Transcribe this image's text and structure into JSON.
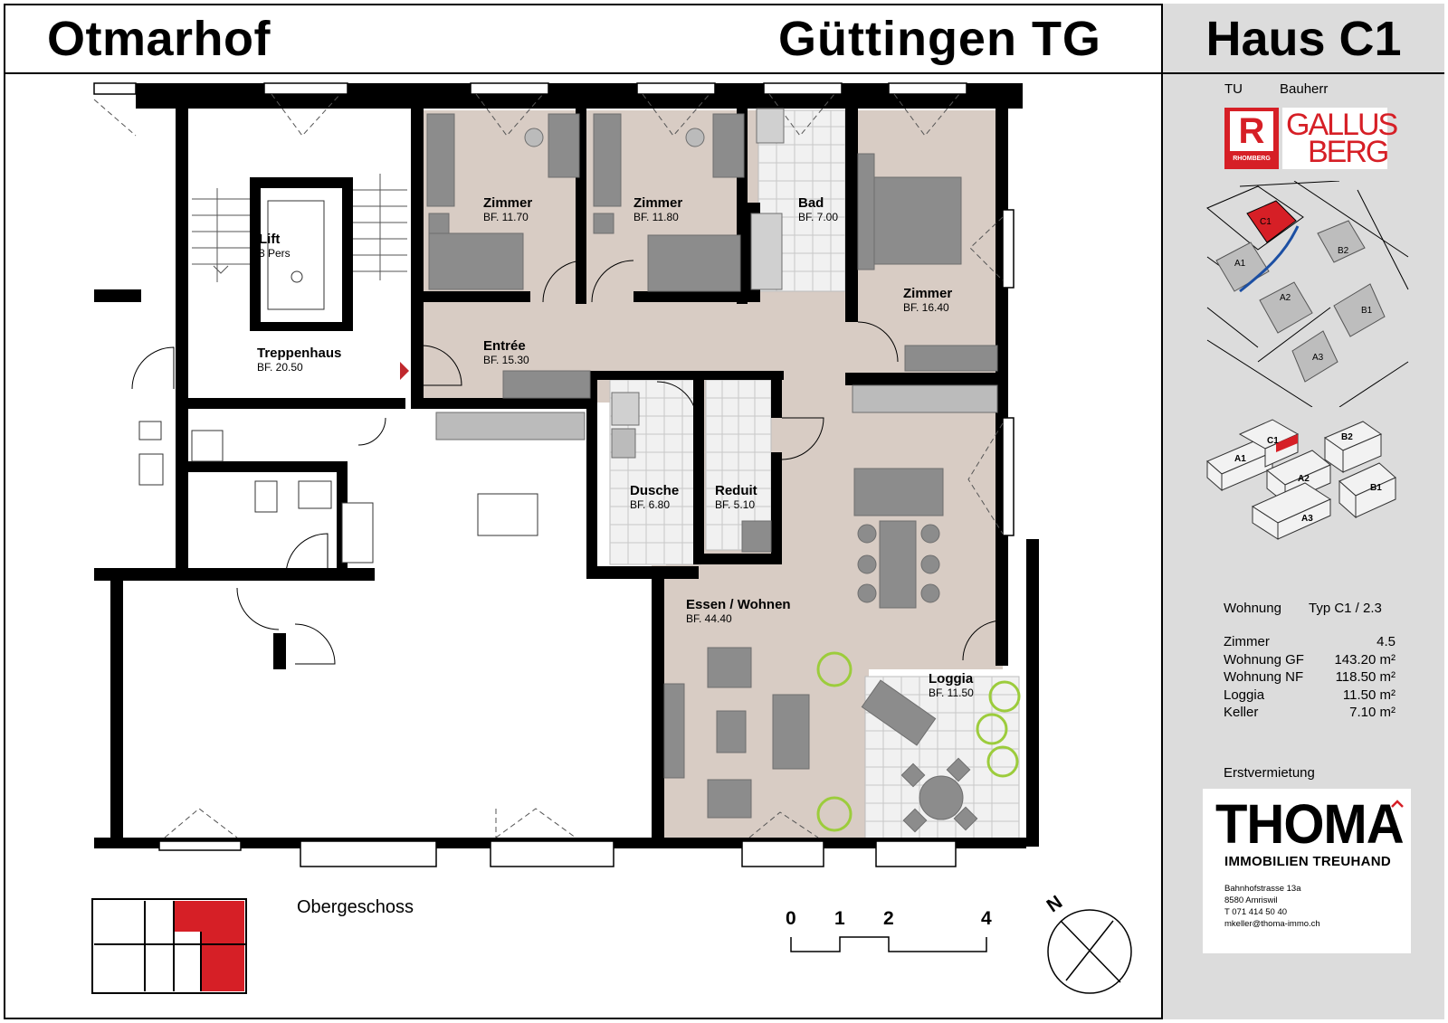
{
  "header": {
    "project": "Otmarhof",
    "location": "Güttingen  TG",
    "house": "Haus C1"
  },
  "plan": {
    "rooms": [
      {
        "id": "treppenhaus",
        "name": "Treppenhaus",
        "area": "BF. 20.50"
      },
      {
        "id": "lift",
        "name": "Lift",
        "area": "8 Pers"
      },
      {
        "id": "zimmer1",
        "name": "Zimmer",
        "area": "BF. 11.70"
      },
      {
        "id": "zimmer2",
        "name": "Zimmer",
        "area": "BF. 11.80"
      },
      {
        "id": "bad",
        "name": "Bad",
        "area": "BF. 7.00"
      },
      {
        "id": "zimmer3",
        "name": "Zimmer",
        "area": "BF. 16.40"
      },
      {
        "id": "entree",
        "name": "Entrée",
        "area": "BF. 15.30"
      },
      {
        "id": "dusche",
        "name": "Dusche",
        "area": "BF. 6.80"
      },
      {
        "id": "reduit",
        "name": "Reduit",
        "area": "BF. 5.10"
      },
      {
        "id": "essen",
        "name": "Essen / Wohnen",
        "area": "BF. 44.40"
      },
      {
        "id": "loggia",
        "name": "Loggia",
        "area": "BF. 11.50"
      }
    ],
    "floor_label": "Obergeschoss",
    "scale_ticks": [
      "0",
      "1",
      "2",
      "4"
    ],
    "north": "N"
  },
  "side": {
    "tu_label": "TU",
    "bauherr_label": "Bauherr",
    "rhomberg_letter": "R",
    "rhomberg_text": "RHOMBERG",
    "gallus_line1": "GALLUS",
    "gallus_line2": "BERG",
    "site_labels": [
      "C1",
      "A1",
      "B2",
      "A2",
      "B1",
      "A3"
    ],
    "iso_labels": [
      "C1",
      "B2",
      "A1",
      "A2",
      "B1",
      "A3"
    ],
    "wohnung_label": "Wohnung",
    "typ": "Typ C1 / 2.3",
    "facts": [
      {
        "label": "Zimmer",
        "value": "4.5"
      },
      {
        "label": "Wohnung GF",
        "value": "143.20 m²"
      },
      {
        "label": "Wohnung NF",
        "value": "118.50 m²"
      },
      {
        "label": "Loggia",
        "value": "11.50 m²"
      },
      {
        "label": "Keller",
        "value": "7.10 m²"
      }
    ],
    "erstvermietung": "Erstvermietung",
    "thoma": {
      "name": "THOMA",
      "subtitle": "IMMOBILIEN TREUHAND",
      "address": [
        "Bahnhofstrasse 13a",
        "8580 Amriswil",
        "T 071 414 50 40",
        "mkeller@thoma-immo.ch"
      ]
    }
  },
  "colors": {
    "apartment_floor": "#d8ccc4",
    "wall": "#000000",
    "furniture": "#8c8c8c",
    "highlight_red": "#d61f26",
    "panel_gray": "#dcdcdc",
    "tree_green": "#9ccc3c"
  }
}
